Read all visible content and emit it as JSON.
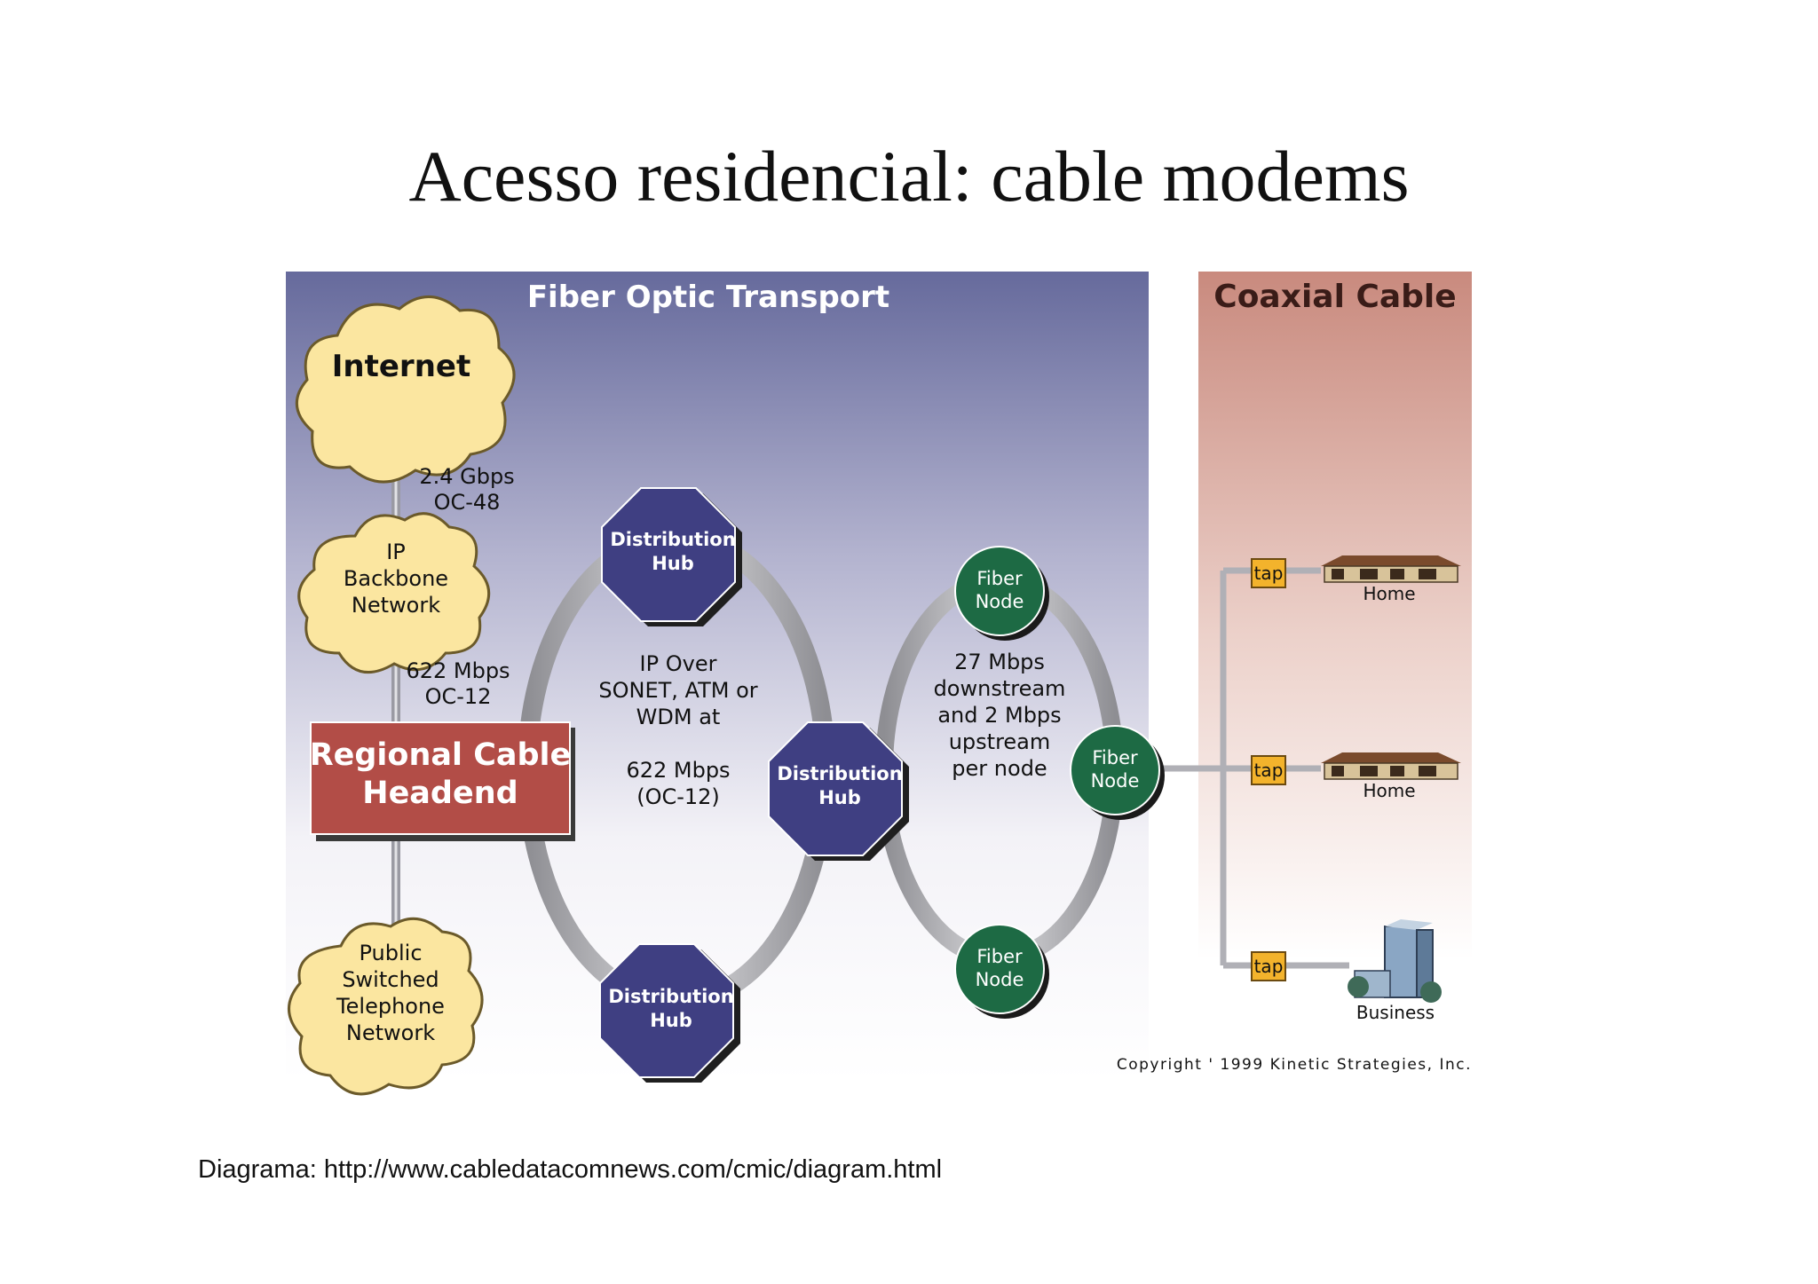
{
  "title": "Acesso residencial: cable modems",
  "caption": "Diagrama: http://www.cabledatacomnews.com/cmic/diagram.html",
  "diagram": {
    "fiber_header": "Fiber Optic Transport",
    "coax_header": "Coaxial Cable",
    "internet": "Internet",
    "link_internet_ip": [
      "2.4 Gbps",
      "OC-48"
    ],
    "ip_backbone": [
      "IP",
      "Backbone",
      "Network"
    ],
    "link_ip_headend": [
      "622 Mbps",
      "OC-12"
    ],
    "headend": [
      "Regional Cable",
      "Headend"
    ],
    "pstn": [
      "Public",
      "Switched",
      "Telephone",
      "Network"
    ],
    "hub": [
      "Distribution",
      "Hub"
    ],
    "ring1_text": [
      "IP Over",
      "SONET, ATM or",
      "WDM at",
      "",
      "622 Mbps",
      "(OC-12)"
    ],
    "ring2_text": [
      "27 Mbps",
      "downstream",
      "and 2 Mbps",
      "upstream",
      "per node"
    ],
    "fiber_node": [
      "Fiber",
      "Node"
    ],
    "tap": "tap",
    "home": "Home",
    "business": "Business",
    "copyright": "Copyright ' 1999 Kinetic Strategies, Inc."
  },
  "colors": {
    "fiber_bg_top": "#6b6f9e",
    "coax_bg_top": "#c98f84",
    "cloud": "#fbe6a0",
    "hub": "#3f3f82",
    "fiber_node": "#1d6a44",
    "headend": "#b24d47",
    "tap": "#f3b32c"
  }
}
